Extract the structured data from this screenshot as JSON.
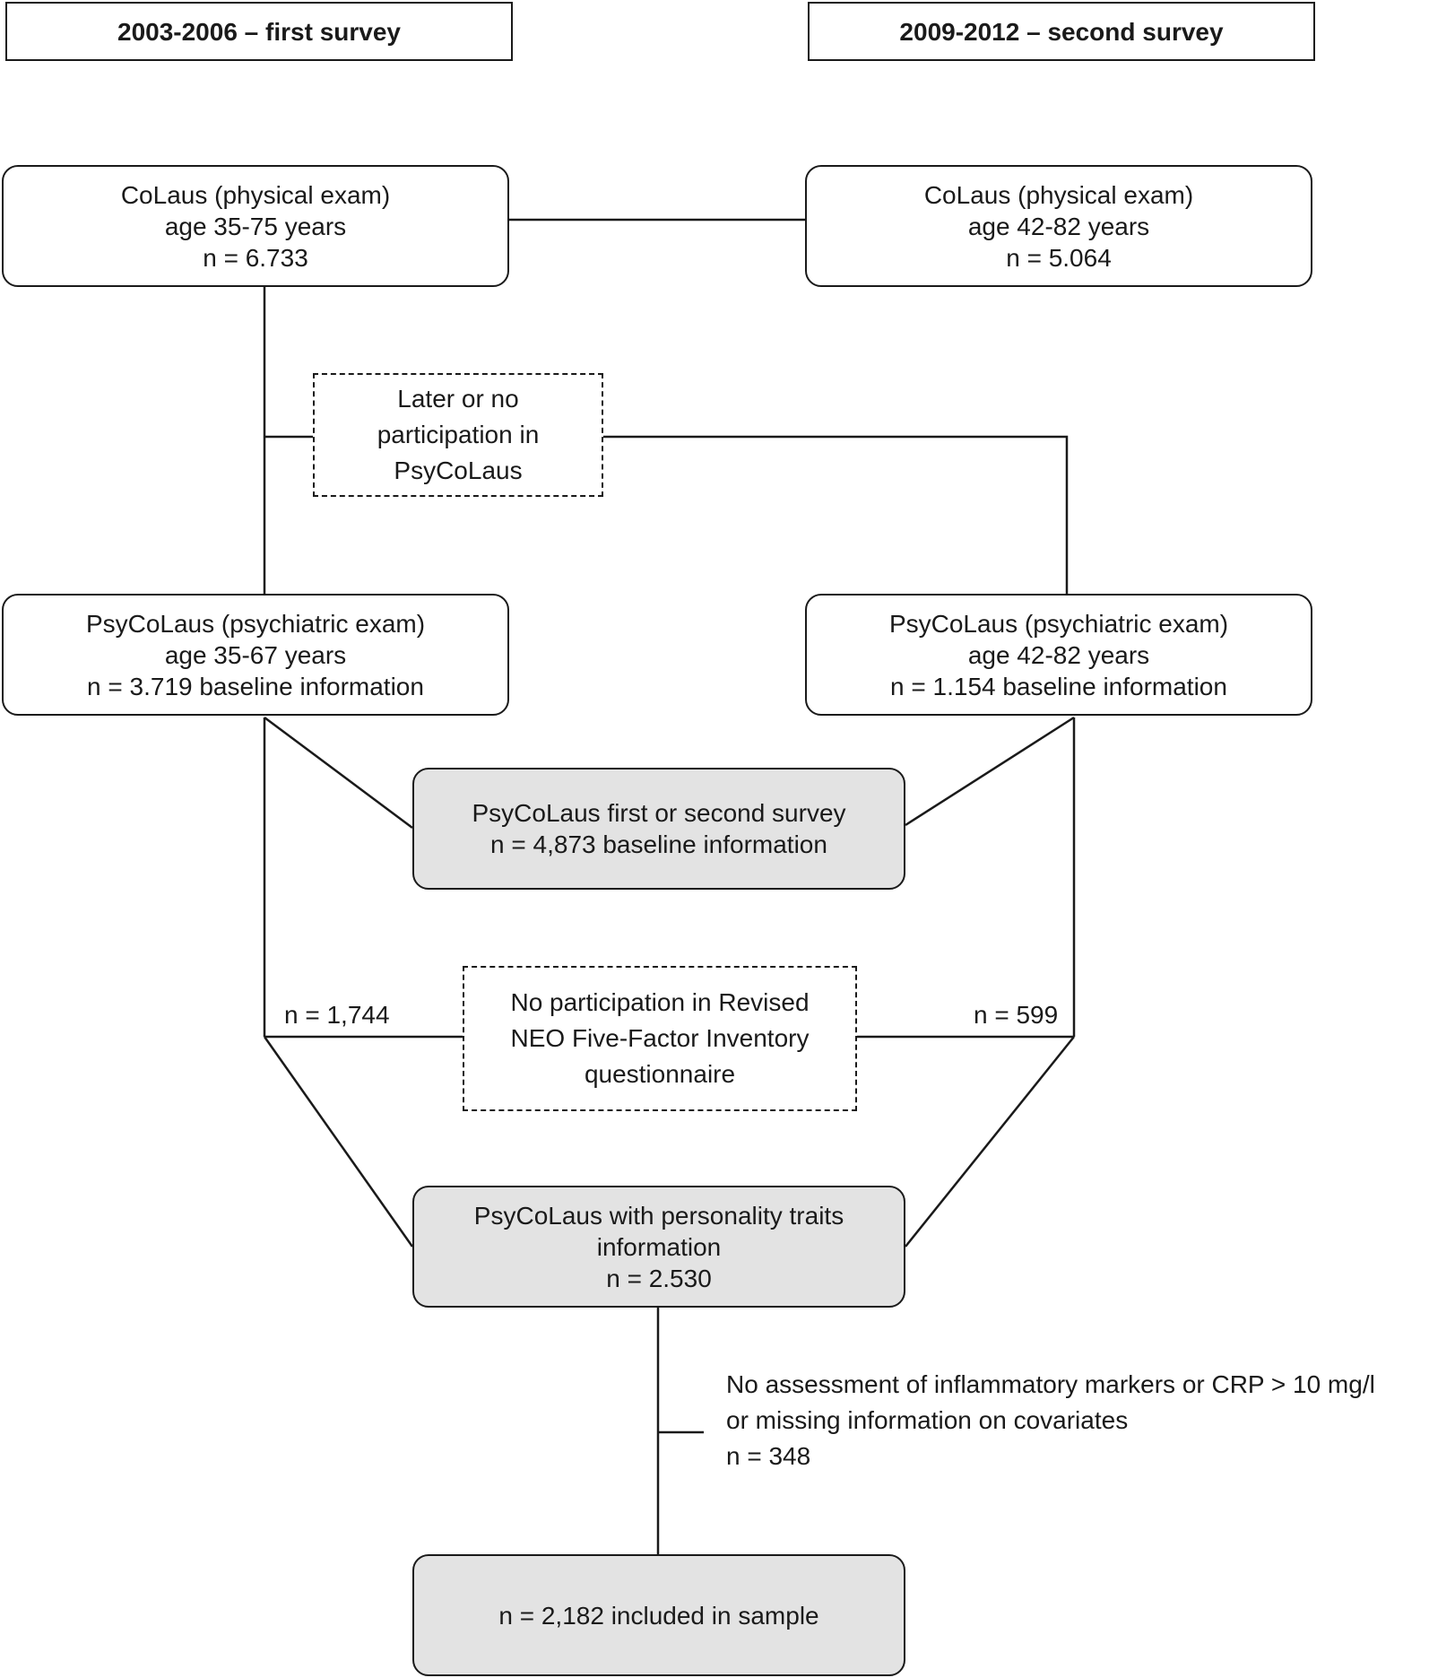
{
  "headers": {
    "first": "2003-2006 – first survey",
    "second": "2009-2012 – second survey"
  },
  "colaus_first": {
    "line1": "CoLaus (physical exam)",
    "line2": "age 35-75 years",
    "line3": "n = 6.733"
  },
  "colaus_second": {
    "line1": "CoLaus (physical exam)",
    "line2": "age 42-82 years",
    "line3": "n = 5.064"
  },
  "later_participation": {
    "line1": "Later or no",
    "line2": "participation in",
    "line3": "PsyCoLaus"
  },
  "psycolaus_first": {
    "line1": "PsyCoLaus (psychiatric exam)",
    "line2": "age 35-67 years",
    "line3": "n = 3.719 baseline information"
  },
  "psycolaus_second": {
    "line1": "PsyCoLaus (psychiatric exam)",
    "line2": "age 42-82 years",
    "line3": "n = 1.154 baseline information"
  },
  "psycolaus_combined": {
    "line1": "PsyCoLaus first or second survey",
    "line2": "n = 4,873 baseline information"
  },
  "exclusion_neo": {
    "line1": "No participation in Revised",
    "line2": "NEO Five-Factor Inventory",
    "line3": "questionnaire",
    "n_left": "n = 1,744",
    "n_right": "n = 599"
  },
  "personality": {
    "line1": "PsyCoLaus with personality traits",
    "line2": "information",
    "line3": "n = 2.530"
  },
  "exclusion_markers": {
    "line1": "No assessment of inflammatory markers or CRP > 10 mg/l",
    "line2": "or missing information on covariates",
    "line3": "n = 348"
  },
  "final_sample": {
    "label": "n = 2,182 included in sample"
  }
}
